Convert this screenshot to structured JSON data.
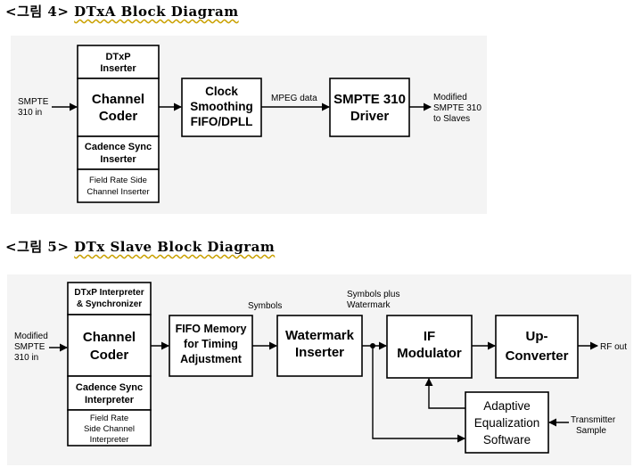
{
  "fig4": {
    "caption_prefix": "<그림 4>",
    "caption_title": "DTxA Block Diagram",
    "input": [
      "SMPTE",
      "310 in"
    ],
    "blocks": {
      "dtxp_inserter": [
        "DTxP",
        "Inserter"
      ],
      "channel_coder": [
        "Channel",
        "Coder"
      ],
      "cadence_sync": [
        "Cadence Sync",
        "Inserter"
      ],
      "field_rate": [
        "Field Rate Side",
        "Channel Inserter"
      ],
      "clock_smoothing": [
        "Clock",
        "Smoothing",
        "FIFO/DPLL"
      ],
      "smpte_driver": [
        "SMPTE 310",
        "Driver"
      ]
    },
    "mpeg_label": "MPEG data",
    "output": [
      "Modified",
      "SMPTE 310",
      "to Slaves"
    ]
  },
  "fig5": {
    "caption_prefix": "<그림 5>",
    "caption_title": "DTx Slave Block Diagram",
    "input": [
      "Modified",
      "SMPTE",
      "310 in"
    ],
    "blocks": {
      "dtxp_interpreter": [
        "DTxP Interpreter",
        "& Synchronizer"
      ],
      "channel_coder": [
        "Channel",
        "Coder"
      ],
      "cadence_sync": [
        "Cadence Sync",
        "Interpreter"
      ],
      "field_rate": [
        "Field Rate",
        "Side Channel",
        "Interpreter"
      ],
      "fifo_memory": [
        "FIFO Memory",
        "for Timing",
        "Adjustment"
      ],
      "watermark": [
        "Watermark",
        "Inserter"
      ],
      "if_modulator": [
        "IF",
        "Modulator"
      ],
      "up_converter": [
        "Up-",
        "Converter"
      ],
      "adaptive": [
        "Adaptive",
        "Equalization",
        "Software"
      ]
    },
    "symbols_label": "Symbols",
    "symbols_plus": [
      "Symbols plus",
      "Watermark"
    ],
    "rf_out": "RF out",
    "transmitter_sample": [
      "Transmitter",
      "Sample"
    ]
  }
}
